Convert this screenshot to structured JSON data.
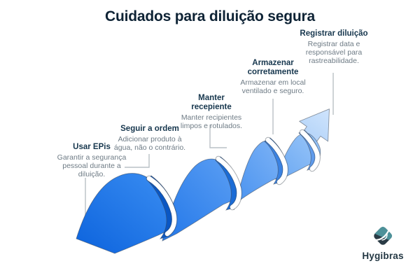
{
  "title": "Cuidados para diluição segura",
  "steps": [
    {
      "heading": "Usar EPis",
      "body": "Garantir a segurança pessoal durante a diluição."
    },
    {
      "heading": "Seguir a ordem",
      "body": "Adicionar produto à água, não o contrário."
    },
    {
      "heading": "Manter recepiente",
      "body": "Manter recipientes limpos e rotulados."
    },
    {
      "heading": "Armazenar corretamente",
      "body": "Armazenar em local ventilado e seguro."
    },
    {
      "heading": "Registrar diluição",
      "body": "Registrar data e responsável para rastreabilidade."
    }
  ],
  "logo": {
    "name": "Hygibras"
  },
  "colors": {
    "title_text": "#0e2335",
    "heading_text": "#17374e",
    "body_text": "#6e7b85",
    "leader_line": "#b9c0c5",
    "ribbon_dark": "#0c63dd",
    "ribbon_mid": "#4590ef",
    "ribbon_light": "#9ac6f8",
    "arrow_light": "#cfe4fc",
    "logo_teal": "#4d9199",
    "logo_dark": "#2a3b45"
  }
}
